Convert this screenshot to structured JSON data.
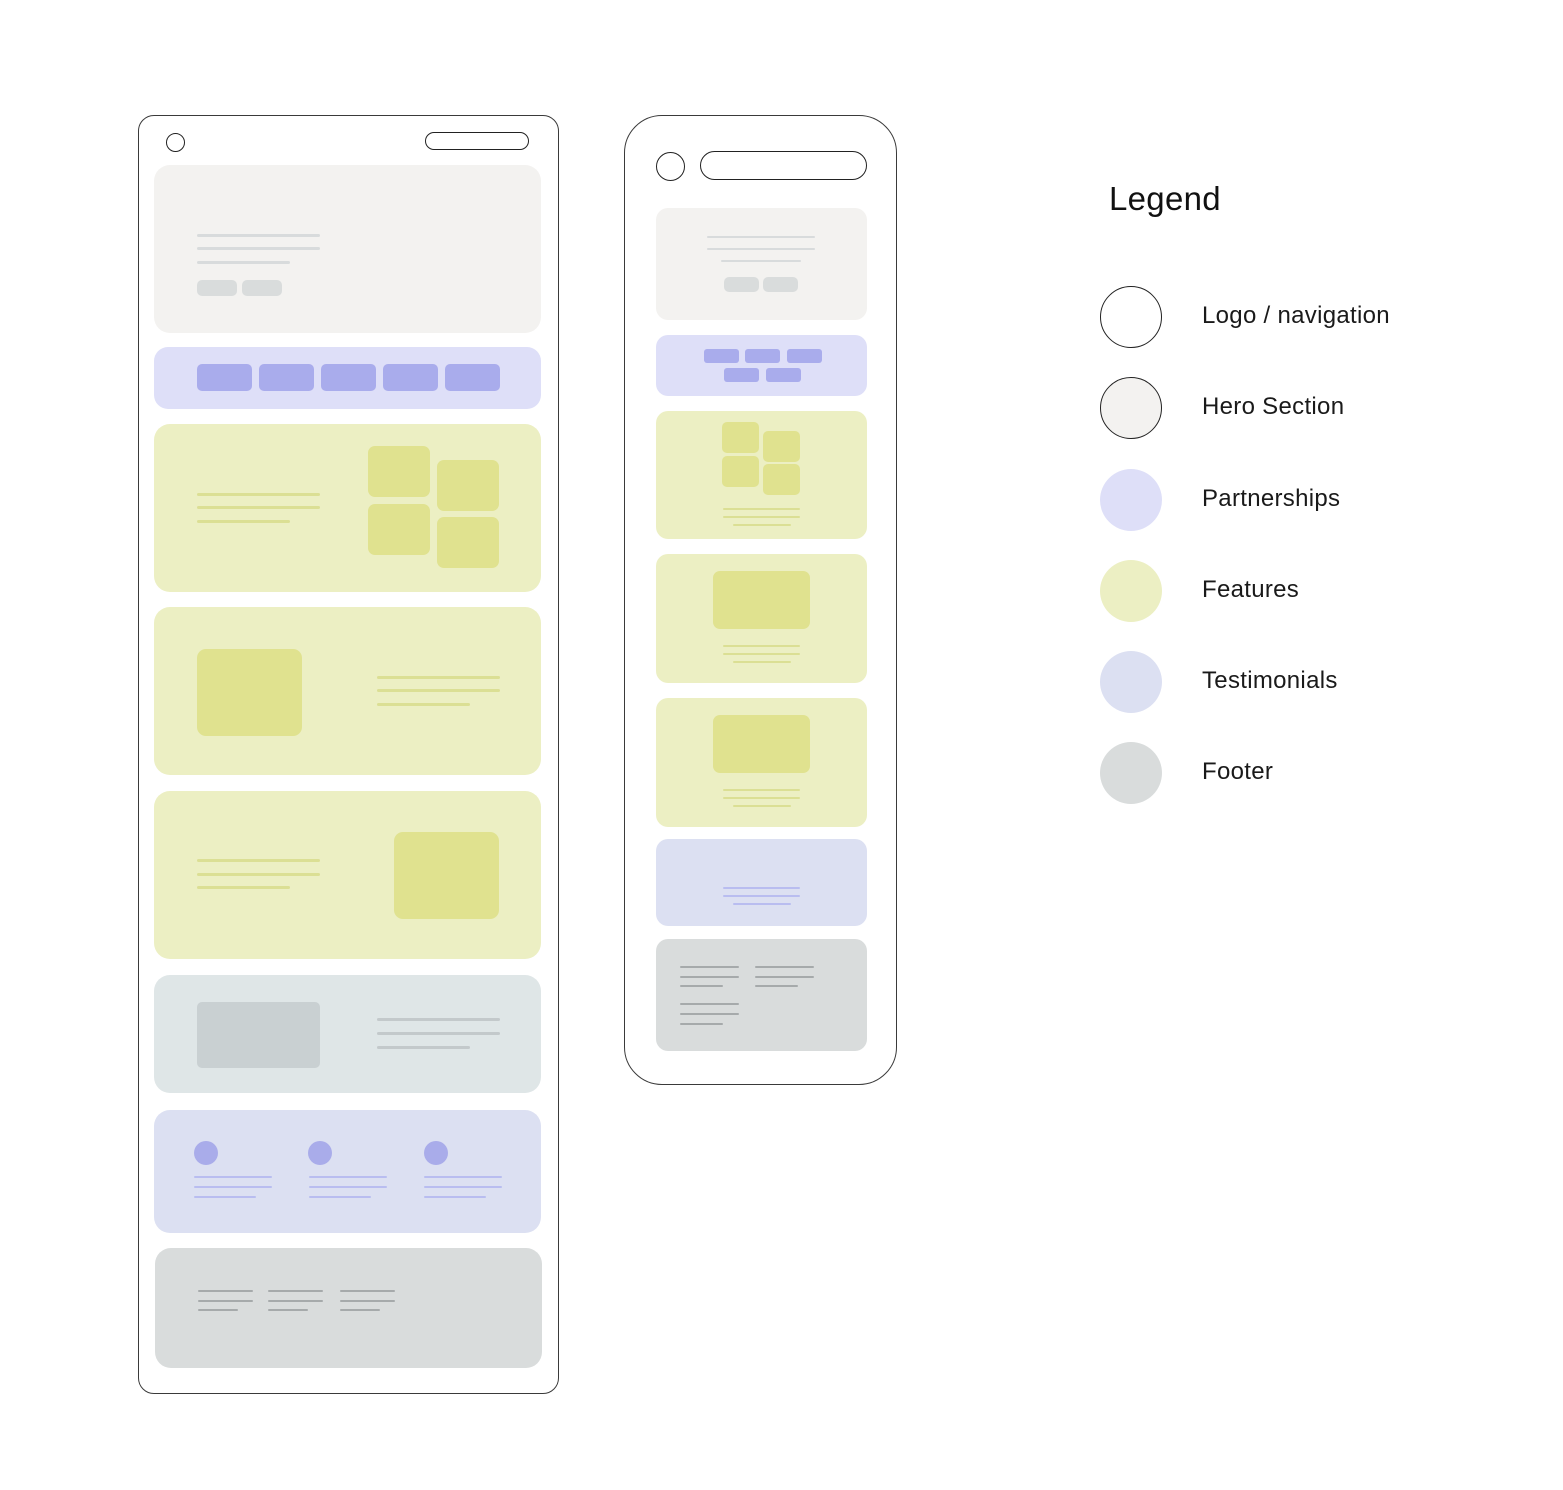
{
  "legend": {
    "title": "Legend",
    "items": [
      {
        "label": "Logo / navigation",
        "color": "#ffffff",
        "outline": "#222222"
      },
      {
        "label": "Hero Section",
        "color": "#f3f2f0",
        "outline": "#222222"
      },
      {
        "label": "Partnerships",
        "color": "#dedff8",
        "outline": ""
      },
      {
        "label": "Features",
        "color": "#ecefc3",
        "outline": ""
      },
      {
        "label": "Testimonials",
        "color": "#dce0f2",
        "outline": ""
      },
      {
        "label": "Footer",
        "color": "#d9dcdc",
        "outline": ""
      }
    ]
  },
  "colors": {
    "hero_bg": "#f3f2f0",
    "hero_line": "#d8dbdc",
    "hero_button": "#d9dcdc",
    "partners_bg": "#dedff8",
    "partners_logo": "#a9acec",
    "features_bg": "#ecefc3",
    "features_block": "#e0e28f",
    "features_line": "#dbdf94",
    "showcase_bg": "#dfe6e7",
    "showcase_block": "#c9d0d2",
    "showcase_line": "#c3c9cb",
    "testimonials_bg": "#dce0f2",
    "testimonials_dot": "#a9acea",
    "testimonials_line": "#b9bdf0",
    "footer_bg": "#d9dcdc",
    "footer_line": "#a6aaab",
    "outline": "#222222"
  }
}
